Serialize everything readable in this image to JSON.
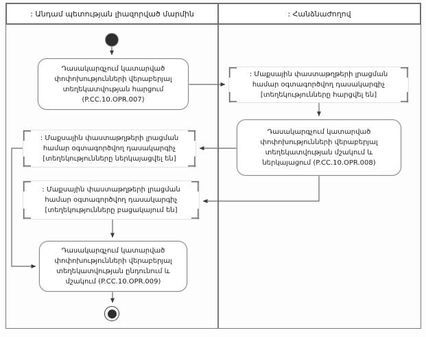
{
  "diagram": {
    "type": "uml-activity-swimlane",
    "lanes": [
      {
        "title": ": Անդամ պետության լիազորված մարմին"
      },
      {
        "title": ": Հանձնաժողով"
      }
    ],
    "nodes": {
      "activity_request": {
        "text": "Դասակարգչում կատարված փոփոխությունների վերաբերյալ տեղեկատվության հարցում (P.CC.10.OPR.007)",
        "code": "P.CC.10.OPR.007"
      },
      "object_requested": {
        "text": ": Մաքսային փաստաթղթերի լրացման համար օգտագործվող դասակարգիչ [տեղեկությունները հարցվել են]",
        "state": "տեղեկությունները հարցվել են"
      },
      "activity_process_present": {
        "text": "Դասակարգչում կատարված փոփոխությունների վերաբերյալ տեղեկատվության մշակում և ներկայացում (P.CC.10.OPR.008)",
        "code": "P.CC.10.OPR.008"
      },
      "object_presented": {
        "text": ": Մաքսային փաստաթղթերի լրացման համար օգտագործվող դասակարգիչ [տեղեկությունները ներկայացվել են]",
        "state": "տեղեկությունները ներկայացվել են"
      },
      "object_missing": {
        "text": ": Մաքսային փաստաթղթերի լրացման համար օգտագործվող դասակարգիչ [տեղեկությունները բացակայում են]",
        "state": "տեղեկությունները բացակայում են"
      },
      "activity_receive_process": {
        "text": "Դասակարգչում կատարված փոփոխությունների վերաբերյալ տեղեկատվության ընդունում և մշակում (P.CC.10.OPR.009)",
        "code": "P.CC.10.OPR.009"
      }
    },
    "colors": {
      "connector": "#6a6a6a",
      "arrowhead": "#3a3a3a",
      "node_border": "#8a8a8a",
      "frame_border": "#6f6f6f",
      "node_fill": "#ffffff",
      "start_end_fill": "#2e2e2e"
    }
  }
}
